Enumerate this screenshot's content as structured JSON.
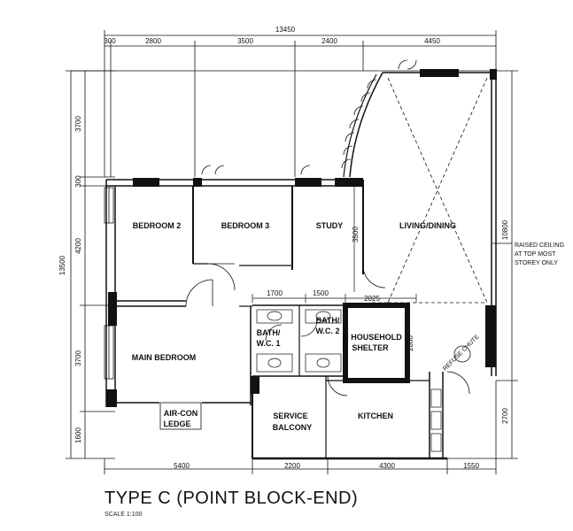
{
  "title": "TYPE C (POINT BLOCK-END)",
  "scale": "SCALE 1:100",
  "rooms": {
    "bedroom2": "BEDROOM 2",
    "bedroom3": "BEDROOM 3",
    "study": "STUDY",
    "living_dining": "LIVING/DINING",
    "main_bedroom": "MAIN BEDROOM",
    "bath1_a": "BATH/",
    "bath1_b": "W.C. 1",
    "bath2_a": "BATH/",
    "bath2_b": "W.C. 2",
    "shelter_a": "HOUSEHOLD",
    "shelter_b": "SHELTER",
    "service_a": "SERVICE",
    "service_b": "BALCONY",
    "kitchen": "KITCHEN",
    "aircon_a": "AIR-CON",
    "aircon_b": "LEDGE",
    "refuse": "REFUSE CHUTE"
  },
  "raised_ceiling": [
    "RAISED CEILING",
    "AT TOP MOST",
    "STOREY ONLY"
  ],
  "dimensions": {
    "top_overall": "13450",
    "top_0": "300",
    "top_1": "2800",
    "top_2": "3500",
    "top_3": "2400",
    "top_4": "4450",
    "left_overall": "13500",
    "left_1": "3700",
    "left_2": "300",
    "left_3": "4200",
    "left_4": "3700",
    "left_5": "1600",
    "right_1": "10800",
    "right_2": "2700",
    "study_depth": "3500",
    "mid_1": "1700",
    "mid_2": "1500",
    "mid_3": "2025",
    "shelter_depth": "2800",
    "bottom_1": "5400",
    "bottom_2": "2200",
    "bottom_3": "4300",
    "bottom_4": "1550"
  }
}
